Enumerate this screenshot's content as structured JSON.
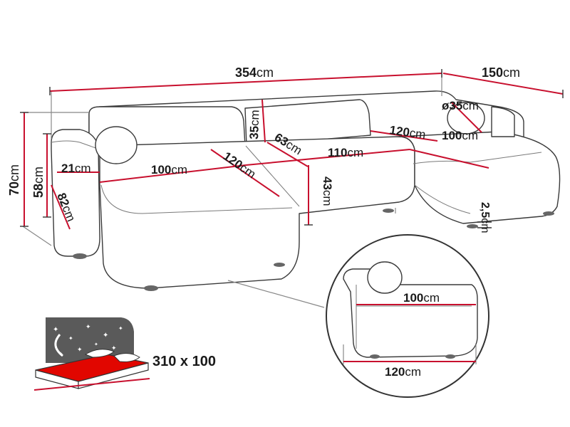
{
  "dimensions": {
    "total_width": {
      "value": "354",
      "unit": "cm"
    },
    "depth_chaise": {
      "value": "150",
      "unit": "cm"
    },
    "height_total": {
      "value": "70",
      "unit": "cm"
    },
    "height_arm": {
      "value": "58",
      "unit": "cm"
    },
    "arm_depth": {
      "value": "82",
      "unit": "cm"
    },
    "arm_width": {
      "value": "21",
      "unit": "cm"
    },
    "seat_width_left": {
      "value": "100",
      "unit": "cm"
    },
    "seat_depth_left": {
      "value": "120",
      "unit": "cm"
    },
    "backrest_height": {
      "value": "35",
      "unit": "cm"
    },
    "seat_depth_middle": {
      "value": "63",
      "unit": "cm"
    },
    "seat_width_middle": {
      "value": "110",
      "unit": "cm"
    },
    "seat_height": {
      "value": "43",
      "unit": "cm"
    },
    "pillow_diameter": {
      "value": "ø35",
      "unit": "cm"
    },
    "chaise_length": {
      "value": "120",
      "unit": "cm"
    },
    "chaise_width": {
      "value": "100",
      "unit": "cm"
    },
    "leg_height": {
      "value": "2,5",
      "unit": "cm"
    }
  },
  "detail_inset": {
    "width": {
      "value": "100",
      "unit": "cm"
    },
    "length": {
      "value": "120",
      "unit": "cm"
    }
  },
  "bed_function": {
    "size_label": "310 x 100",
    "icon": "sleep-function-icon"
  },
  "colors": {
    "dimension_line": "#c8102e",
    "outline": "#3a3a3a",
    "mattress": "#e10600"
  }
}
